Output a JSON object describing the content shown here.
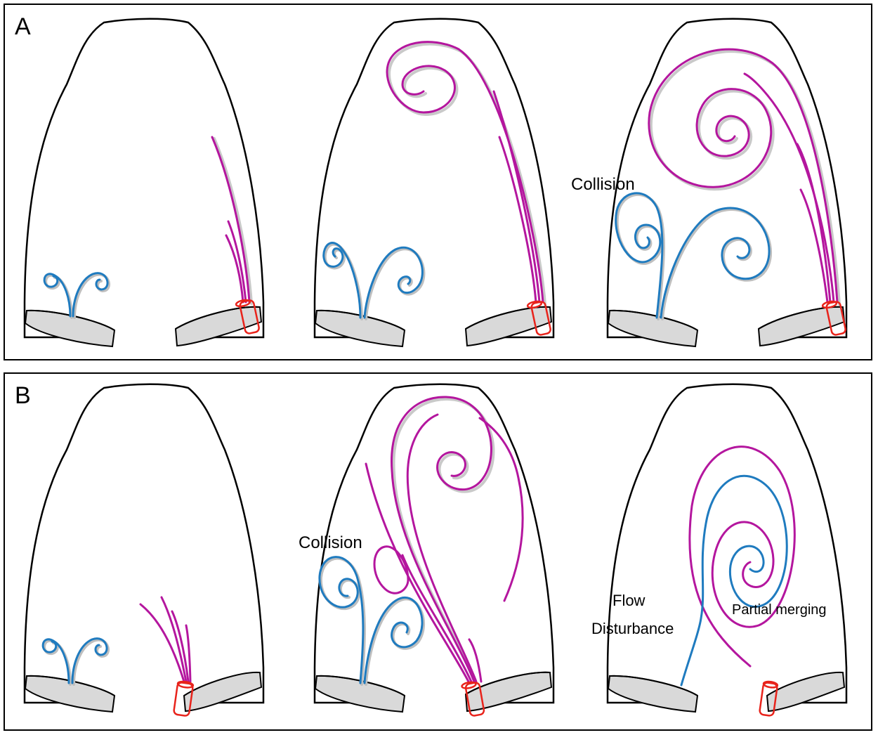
{
  "panels": [
    {
      "letter": "A",
      "stages": [
        {
          "annotations": []
        },
        {
          "annotations": []
        },
        {
          "annotations": [
            "Collision"
          ]
        }
      ]
    },
    {
      "letter": "B",
      "stages": [
        {
          "annotations": []
        },
        {
          "annotations": [
            "Collision"
          ]
        },
        {
          "annotations": [
            "Flow",
            "Disturbance",
            "Partial merging"
          ]
        }
      ]
    }
  ],
  "colors": {
    "outline": "#000000",
    "mitral_inflow_vortex": "#1f7bbf",
    "jet_vortex": "#b4169e",
    "valve": "#d9d9d9",
    "cannula": "#e8231b"
  }
}
